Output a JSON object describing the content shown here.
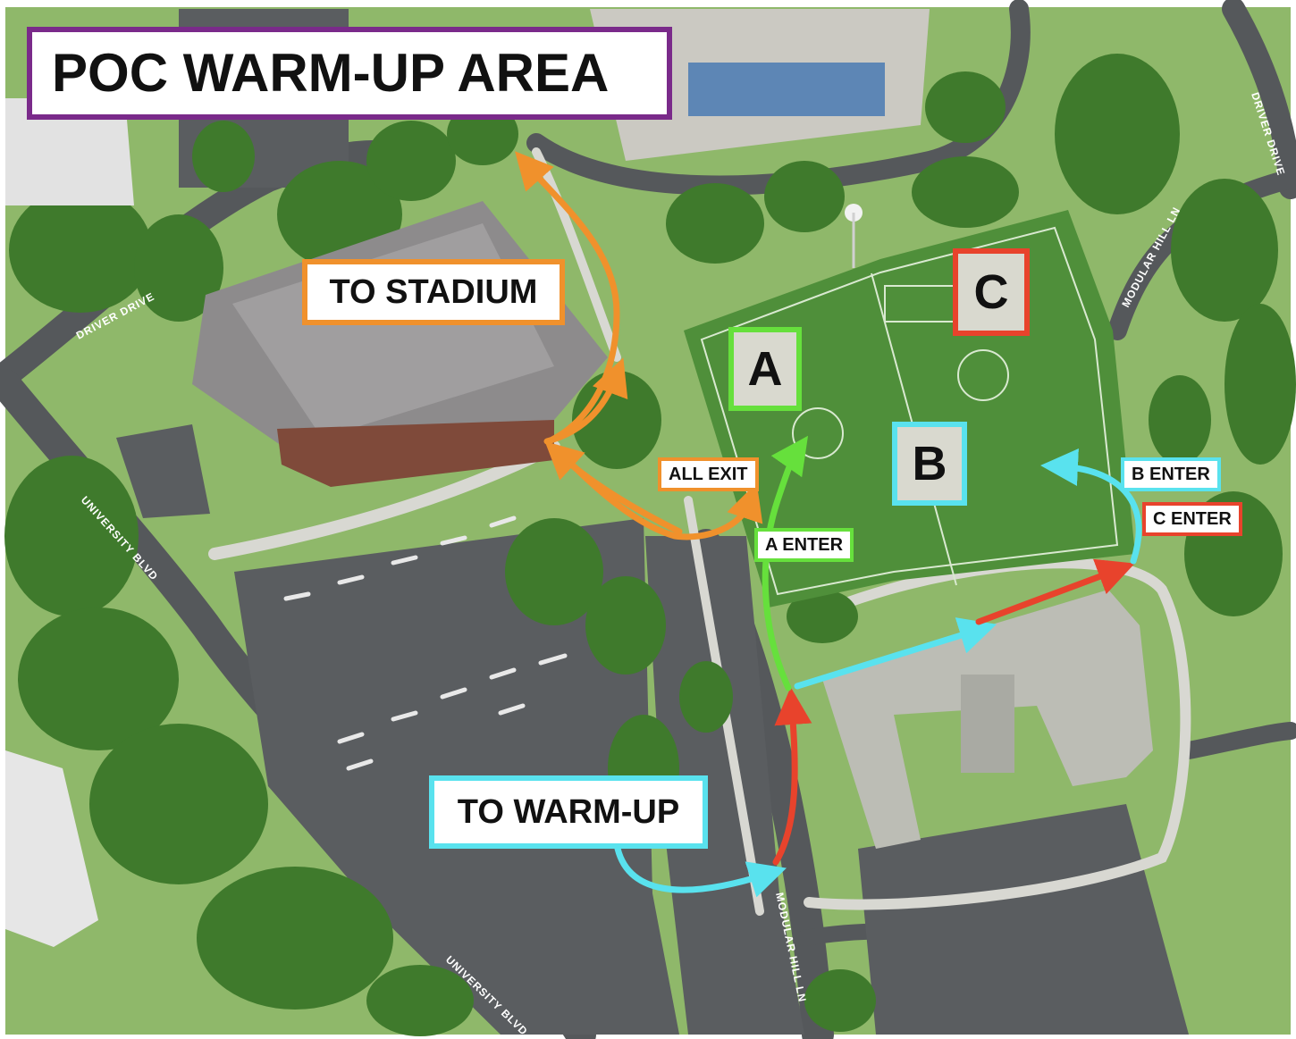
{
  "title": "POC WARM-UP AREA",
  "labels": {
    "to_stadium": "TO STADIUM",
    "to_warmup": "TO WARM-UP",
    "all_exit": "ALL EXIT",
    "a_enter": "A ENTER",
    "b_enter": "B ENTER",
    "c_enter": "C ENTER"
  },
  "zones": {
    "a": "A",
    "b": "B",
    "c": "C"
  },
  "roads": {
    "driver_drive": "DRIVER DRIVE",
    "driver_drive_east": "DRIVER DRIVE",
    "university_blvd": "UNIVERSITY BLVD",
    "university_blvd_south": "UNIVERSITY BLVD",
    "modular_hill_ln": "MODULAR HILL LN",
    "modular_hill_ln_north": "MODULAR HILL LN"
  },
  "colors": {
    "stadium_route": "#f0912c",
    "warmup_route": "#59e2ee",
    "zone_a": "#66e03c",
    "zone_c": "#e8432c",
    "title_border": "#7a2a8a",
    "grass": "#8fb86a",
    "field": "#4f8f3a",
    "parking": "#5a5d60",
    "road": "#55585b",
    "trees": "#3f7a2c"
  }
}
